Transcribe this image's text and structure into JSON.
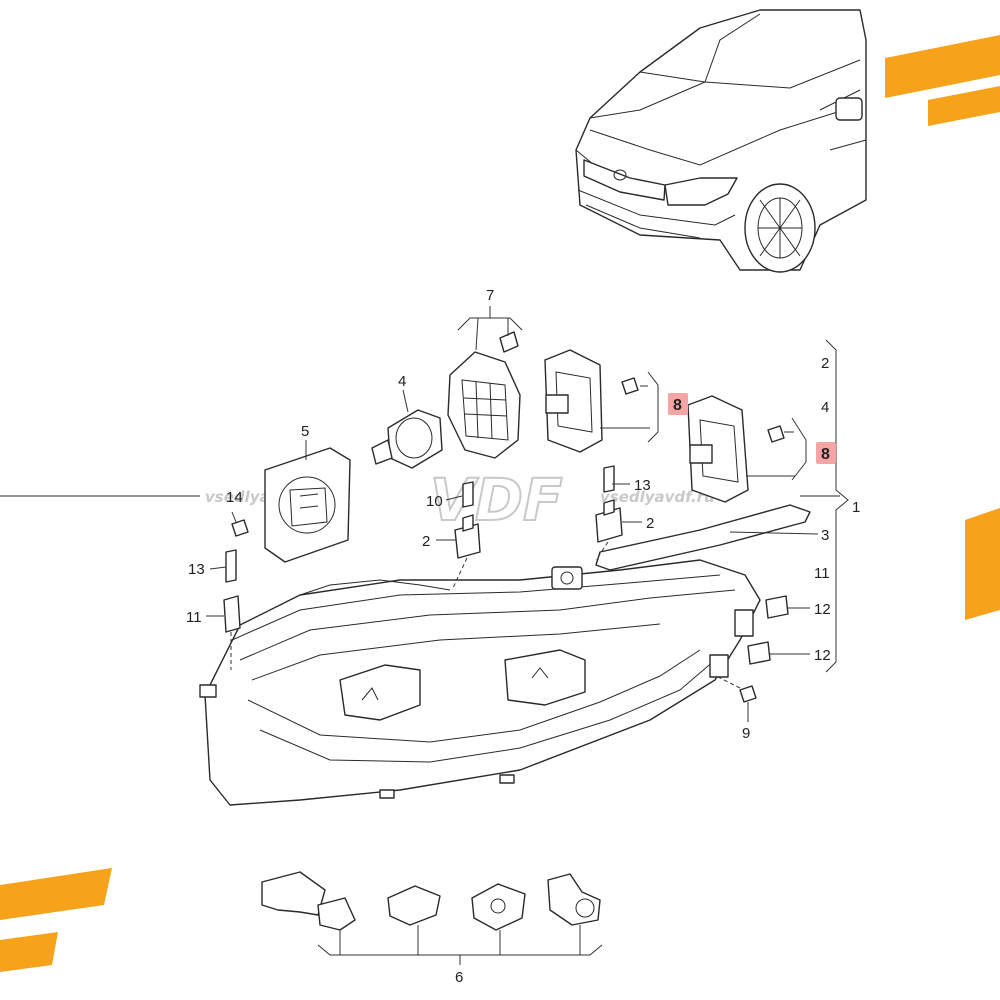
{
  "colors": {
    "accent_stripes": "#f7a21b",
    "highlight_badge": "#f6a5a5",
    "line": "#2a2a2a",
    "watermark": "#c9c9c9"
  },
  "watermark": {
    "left_text": "vsedlyavdf.ru",
    "right_text": "vsedlyavdf.ru",
    "logo_text": "VDF"
  },
  "callouts": {
    "n1": "1",
    "n2": "2",
    "n3": "3",
    "n4": "4",
    "n5": "5",
    "n6": "6",
    "n7": "7",
    "n8": "8",
    "n9": "9",
    "n10": "10",
    "n11": "11",
    "n12": "12",
    "n13": "13",
    "n14": "14"
  }
}
